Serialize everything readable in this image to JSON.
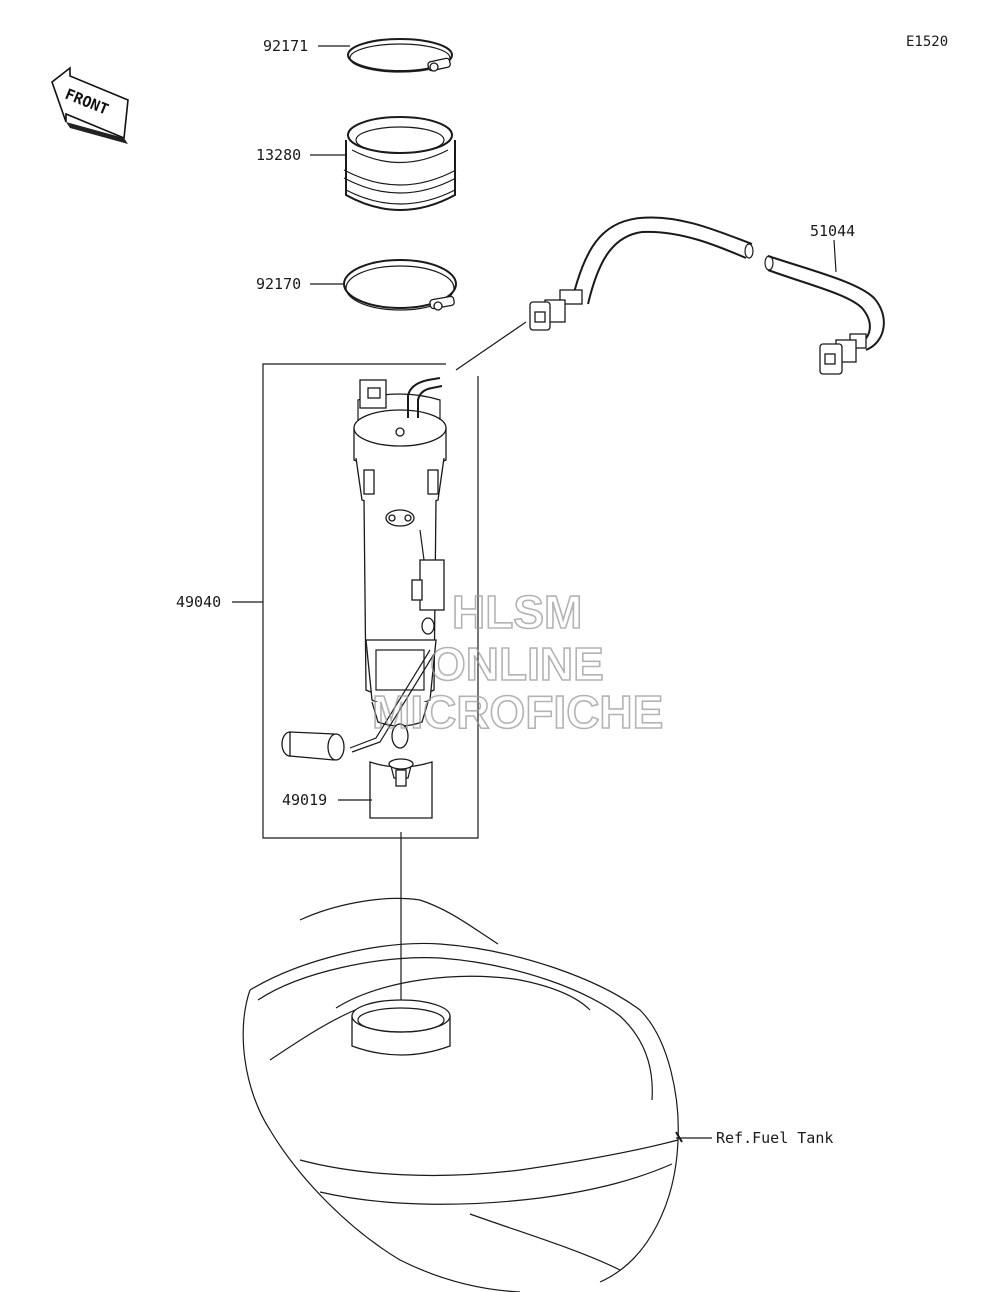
{
  "diagram_code": "E1520",
  "front_label": "FRONT",
  "parts": [
    {
      "number": "92171",
      "name": "clamp"
    },
    {
      "number": "13280",
      "name": "seal"
    },
    {
      "number": "92170",
      "name": "clamp"
    },
    {
      "number": "51044",
      "name": "fuel-hose"
    },
    {
      "number": "49040",
      "name": "fuel-pump-assembly"
    },
    {
      "number": "49019",
      "name": "filter"
    }
  ],
  "reference_label": "Ref.Fuel Tank",
  "watermark": [
    "HLSM",
    "ONLINE",
    "MICROFICHE"
  ]
}
